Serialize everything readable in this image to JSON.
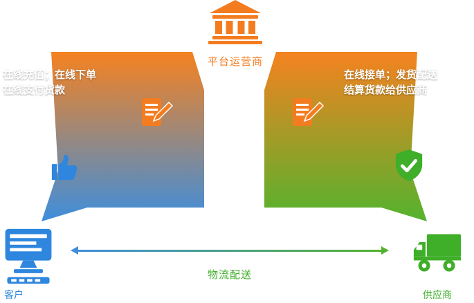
{
  "colors": {
    "orange": "#f47c20",
    "blue": "#2e86de",
    "green": "#3fae29",
    "grad_orange": "#f58220",
    "grad_blue": "#3e8edc",
    "grad_green": "#53b32e"
  },
  "platform": {
    "label": "平台运营商",
    "icon": "bank-icon"
  },
  "customer": {
    "label": "客户",
    "icon": "monitor-icon"
  },
  "supplier": {
    "label": "供应商",
    "icon": "truck-icon"
  },
  "left_flow": {
    "line1": "在线充值；在线下单",
    "line2": "在线支付货款",
    "icons": [
      "order-form-icon",
      "thumbs-up-icon"
    ]
  },
  "right_flow": {
    "line1": "在线接单；发货配送",
    "line2": "结算货款给供应商",
    "icons": [
      "order-form-icon",
      "shield-check-icon"
    ]
  },
  "offline": {
    "label": "物流配送"
  }
}
